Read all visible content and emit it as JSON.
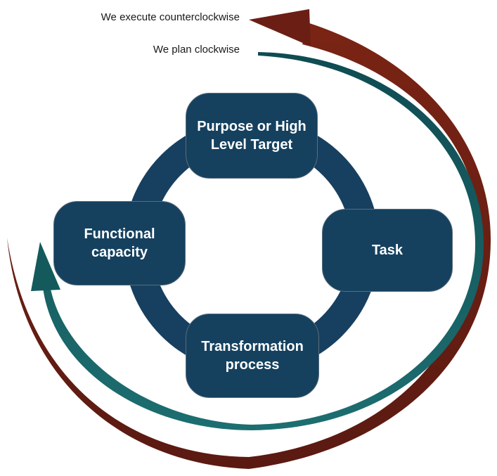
{
  "captions": {
    "execute": "We execute counterclockwise",
    "plan": "We plan clockwise"
  },
  "nodes": {
    "purpose": "Purpose or High Level Target",
    "task": "Task",
    "transformation": "Transformation process",
    "capacity": "Functional capacity"
  },
  "colors": {
    "node_fill": "#15415f",
    "ring": "#173f5f",
    "execute_arrow": "#6b1f14",
    "plan_arrow": "#145a5c"
  }
}
